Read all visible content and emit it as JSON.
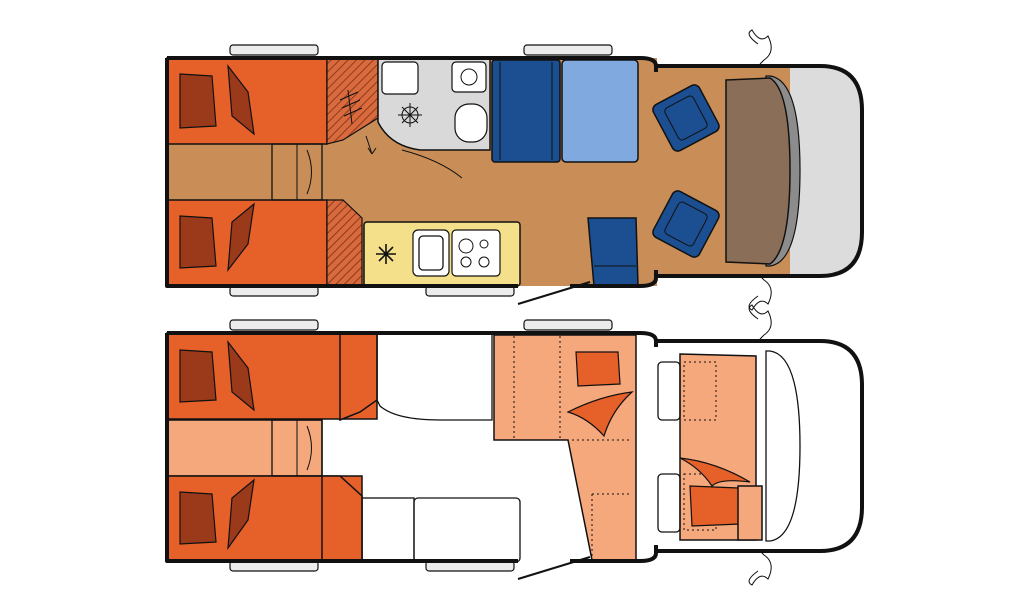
{
  "layouts": [
    {
      "name": "day-layout",
      "variant": "day"
    },
    {
      "name": "night-layout",
      "variant": "night"
    }
  ],
  "colors": {
    "outline": "#111111",
    "floor": "#c98e58",
    "bed": "#e6602a",
    "bed_light": "#f4a87c",
    "pillow": "#9a3a1a",
    "bench_dark": "#1b4f91",
    "bench_light": "#7fa9df",
    "counter": "#f4e08a",
    "bathroom": "#d9d9d9",
    "dash": "#8a6e58",
    "windshield": "#8c8c8c",
    "cab": "#dcdcdc",
    "white": "#ffffff",
    "window": "#ececec"
  },
  "icons": {
    "fridge": "snowflake-icon",
    "cooktop": "burner-icon",
    "sink": "sink-icon",
    "toilet": "toilet-icon",
    "shower": "shower-icon"
  }
}
